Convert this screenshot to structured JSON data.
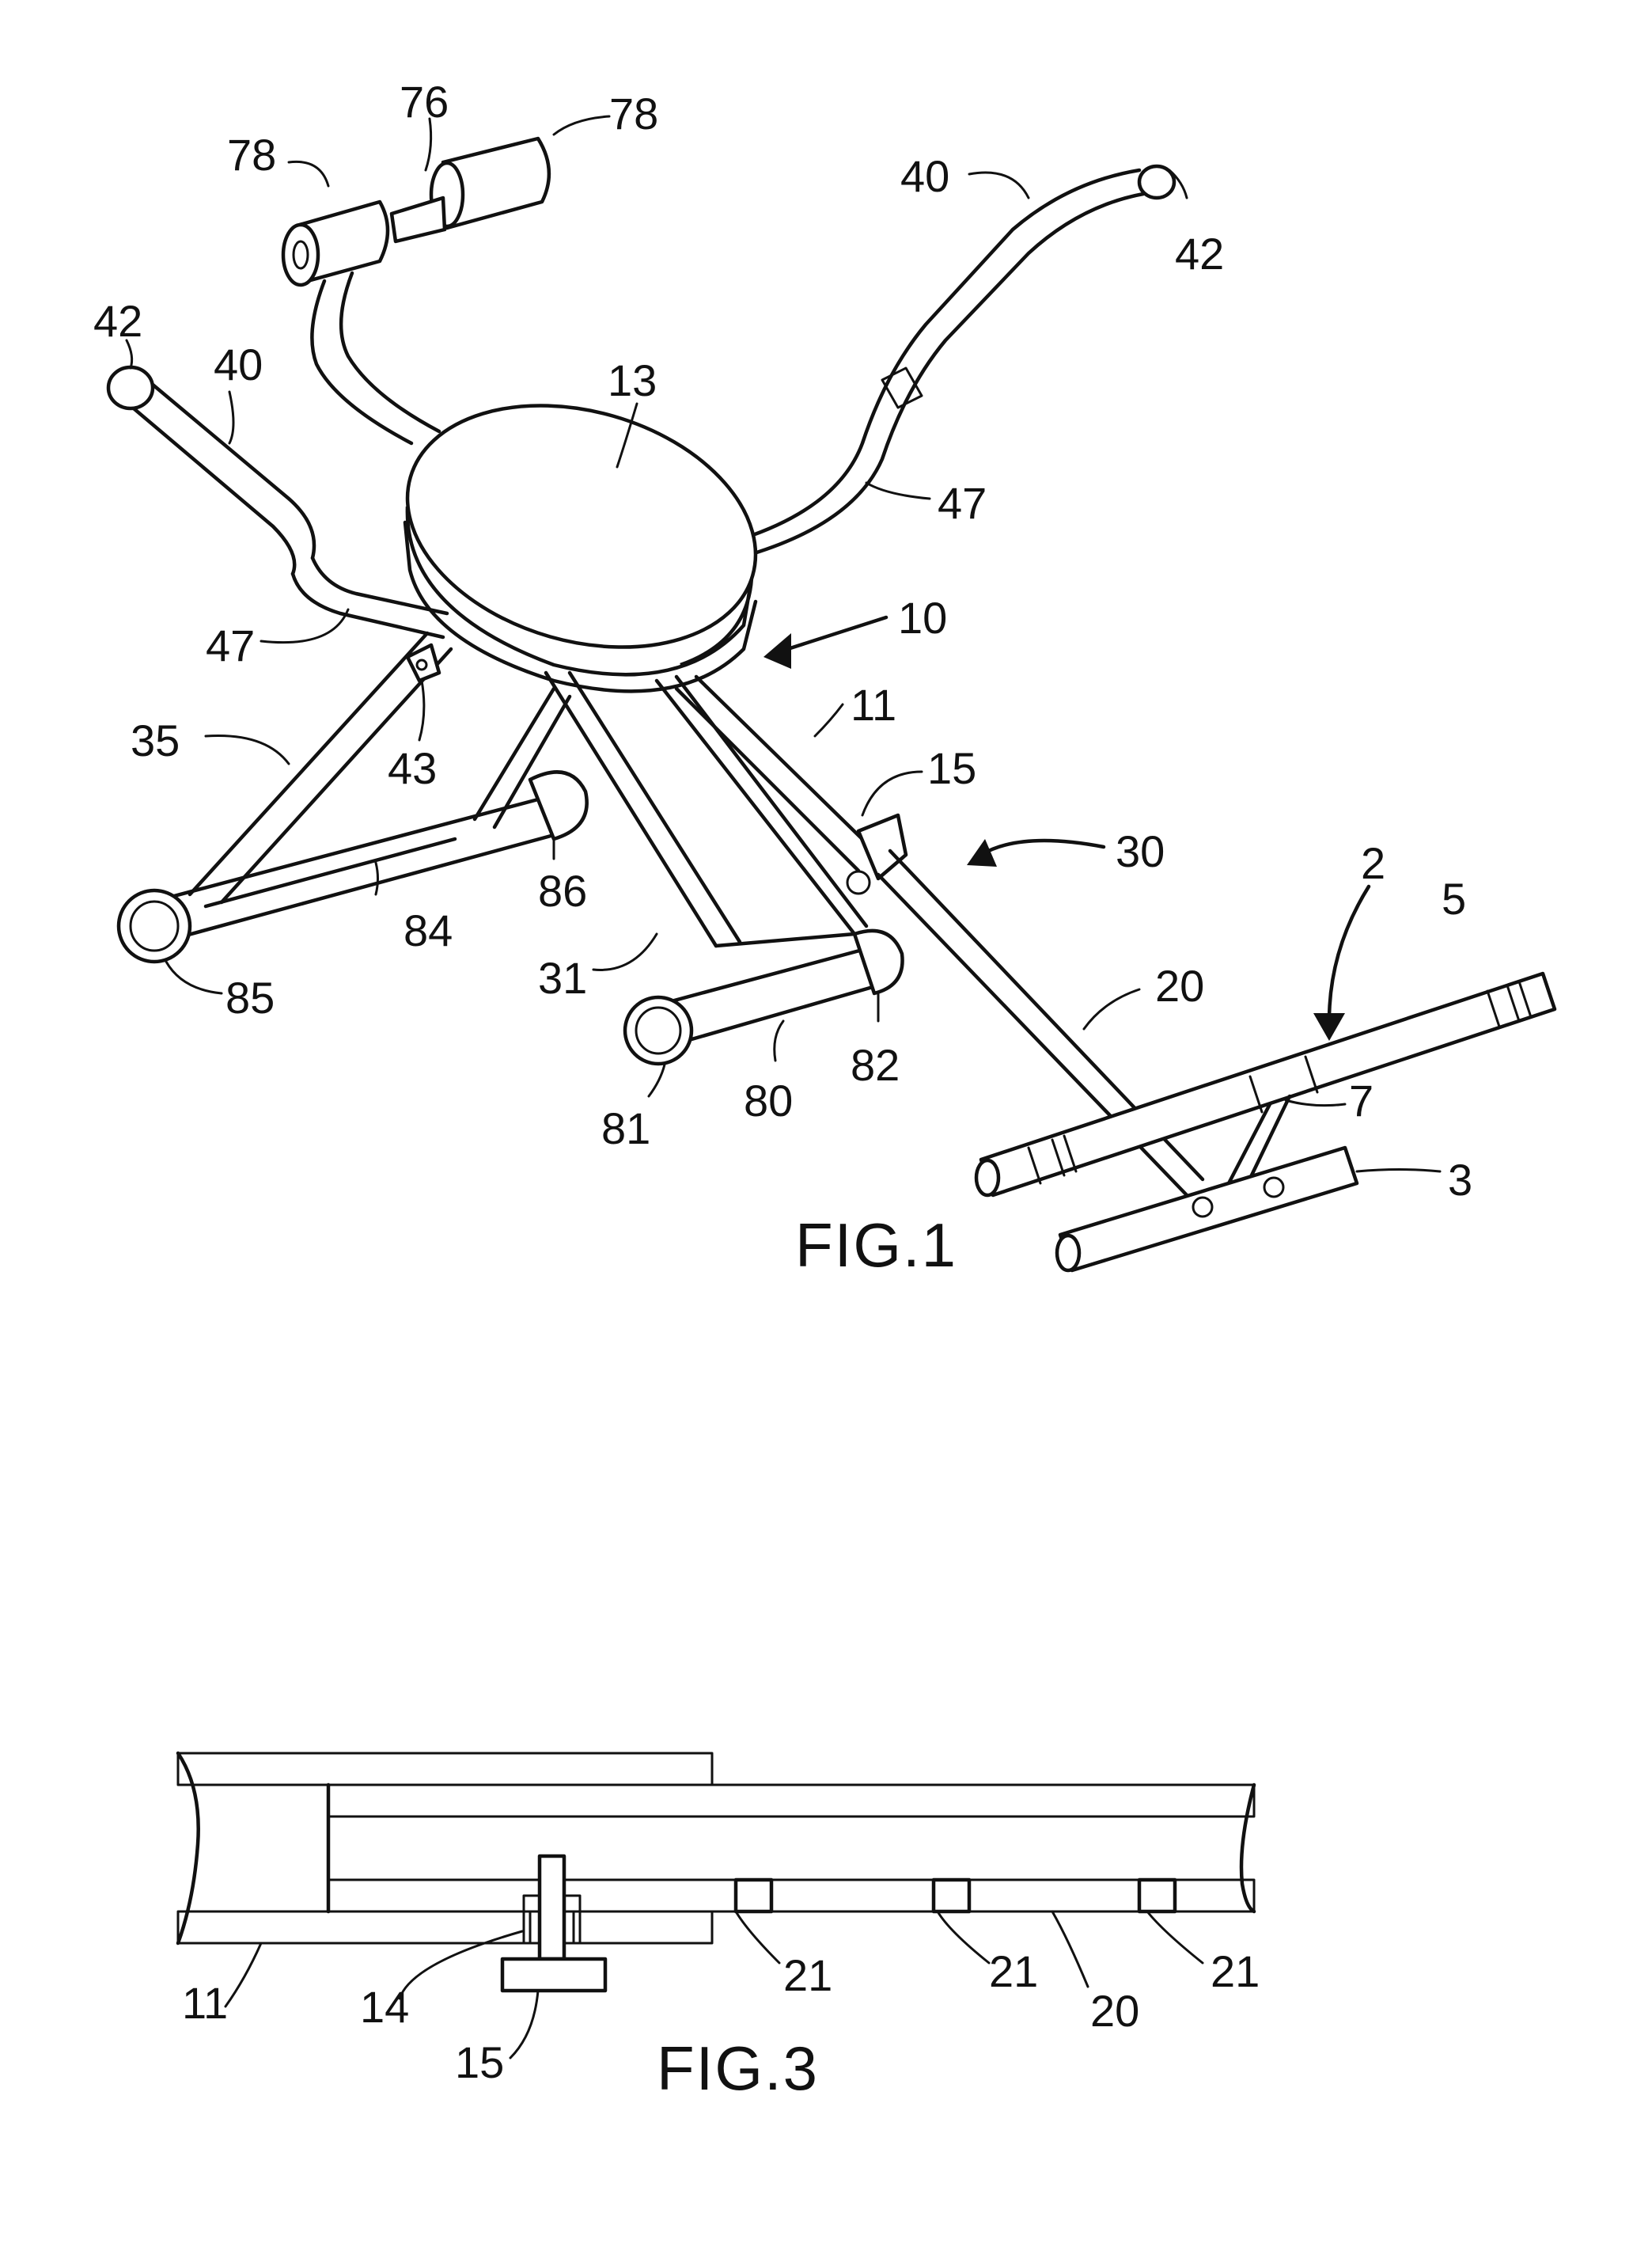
{
  "figures": [
    {
      "title": "FIG.1",
      "labels": [
        "78",
        "76",
        "78",
        "40",
        "42",
        "42",
        "40",
        "13",
        "47",
        "47",
        "10",
        "11",
        "35",
        "43",
        "15",
        "30",
        "2",
        "5",
        "86",
        "84",
        "85",
        "31",
        "20",
        "7",
        "81",
        "80",
        "82",
        "3"
      ]
    },
    {
      "title": "FIG.3",
      "labels": [
        "11",
        "14",
        "15",
        "21",
        "21",
        "20",
        "21"
      ]
    }
  ],
  "colors": {
    "ink": "#111111",
    "paper": "#ffffff"
  }
}
